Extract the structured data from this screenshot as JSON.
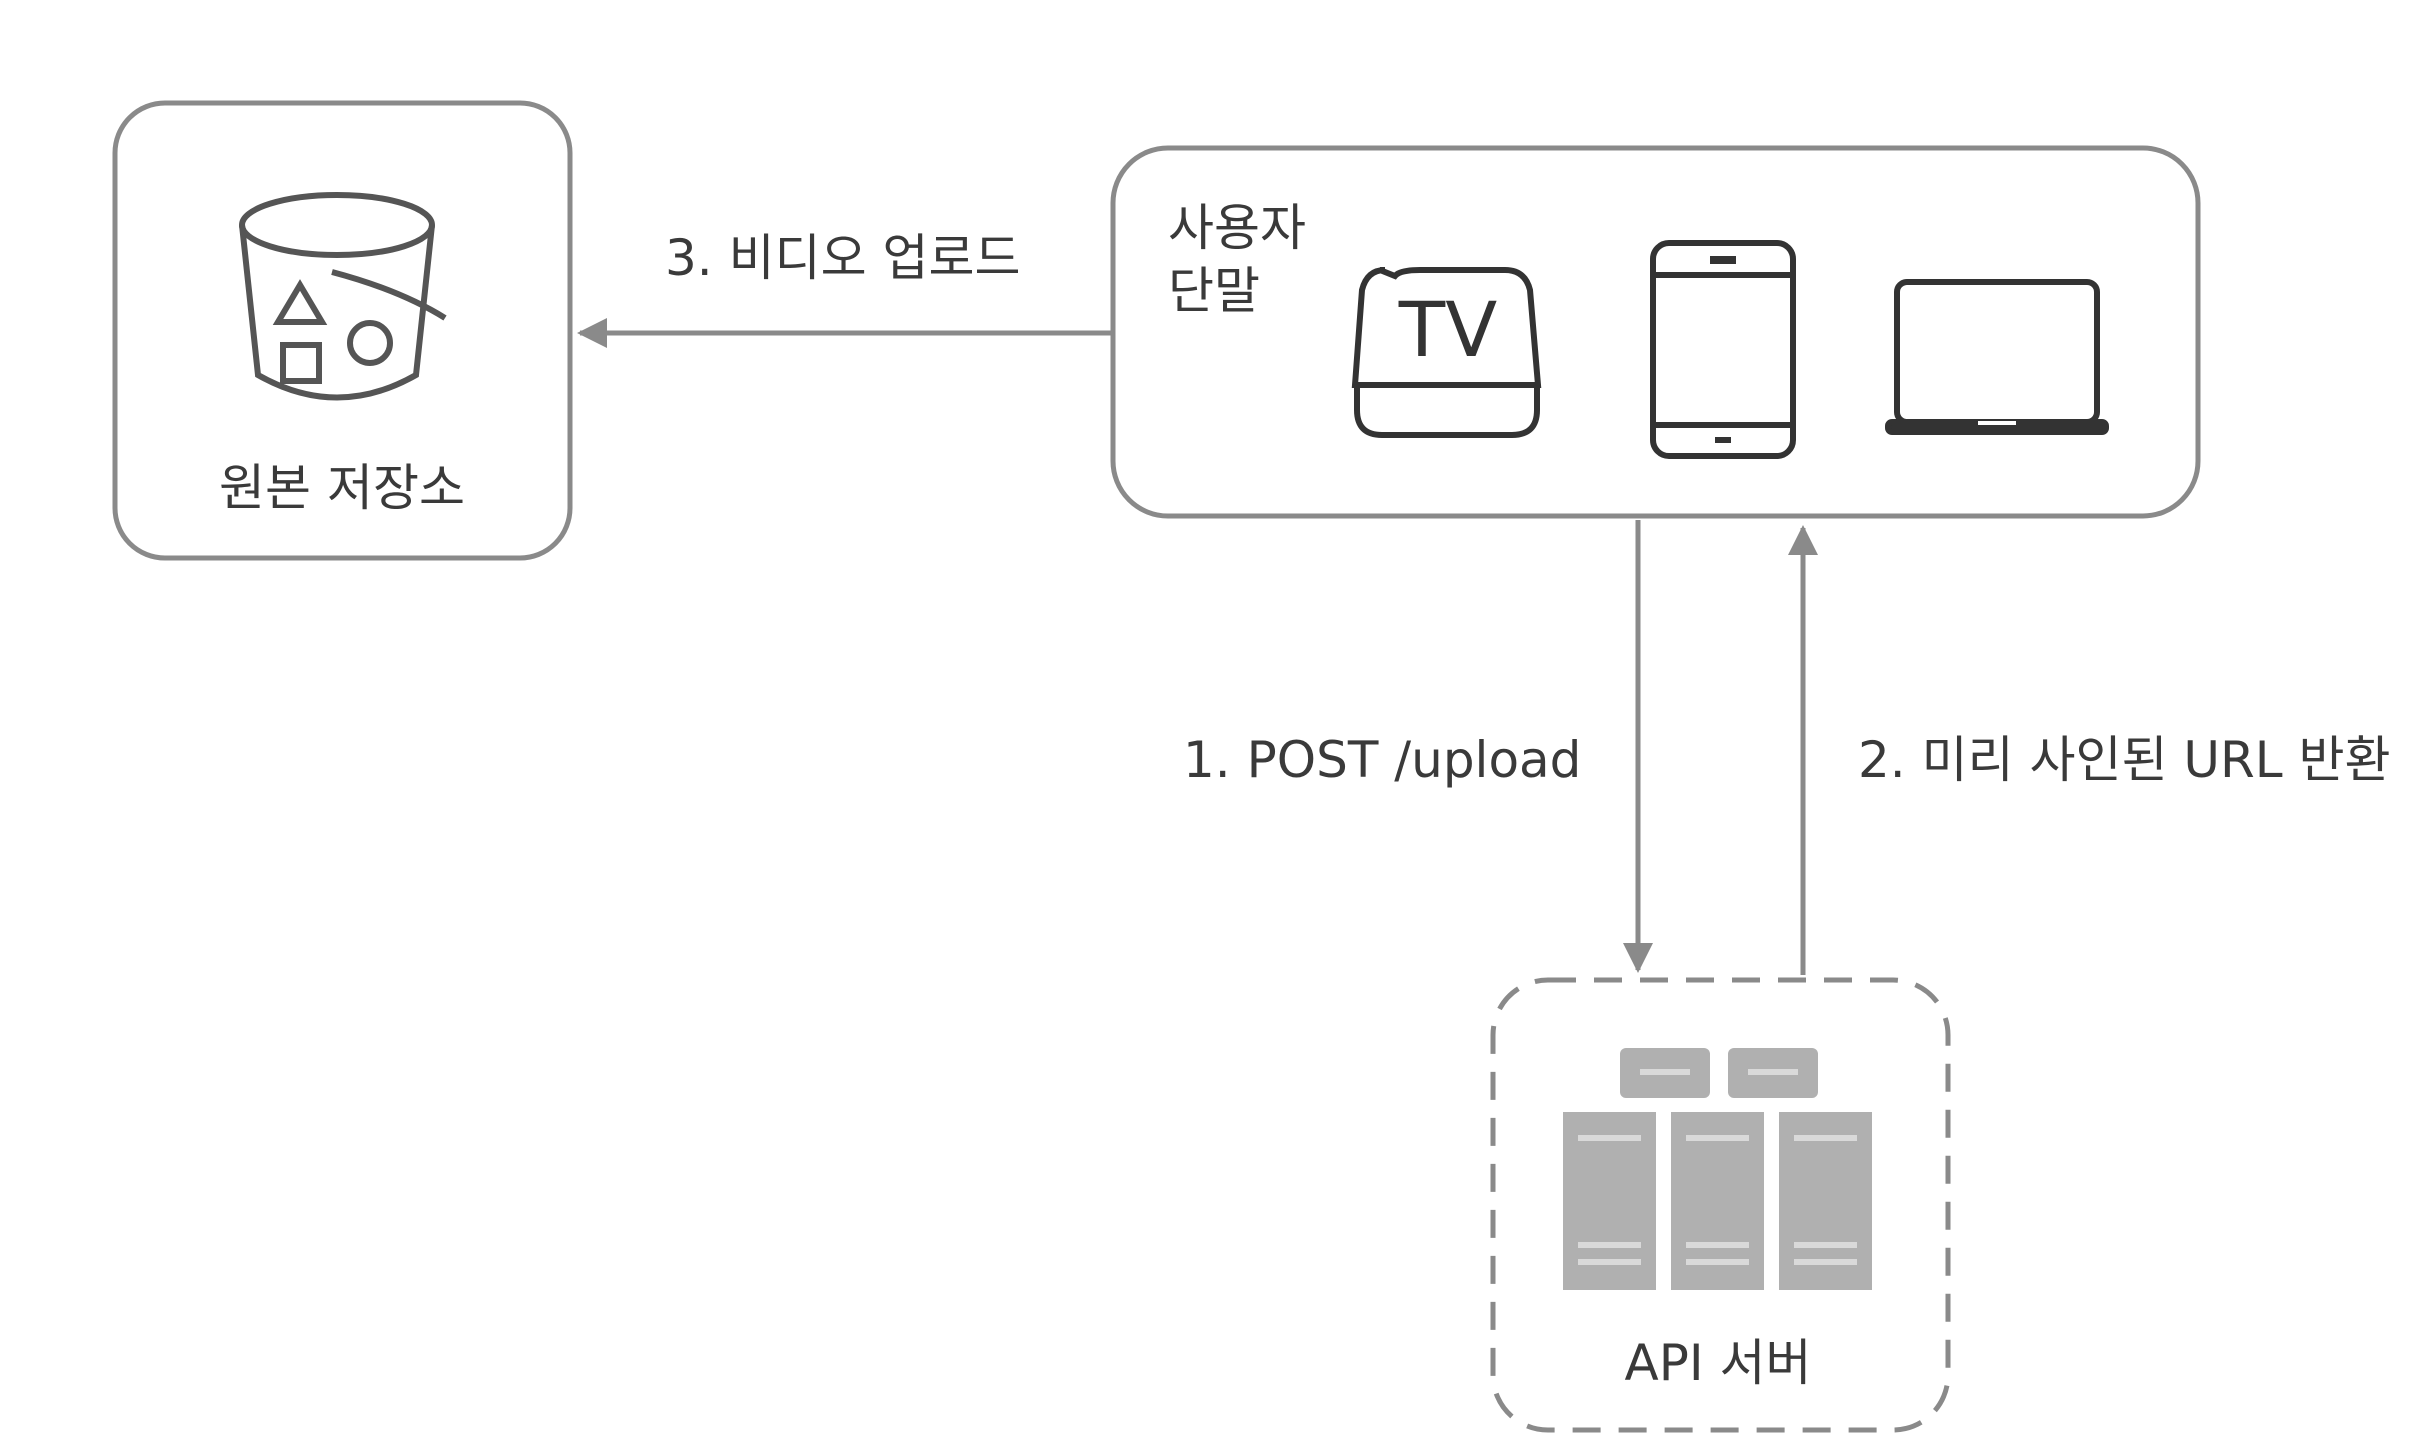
{
  "nodes": {
    "storage": {
      "label": "원본 저장소",
      "icon": "bucket-icon"
    },
    "client": {
      "label_line1": "사용자",
      "label_line2": "단말",
      "tv_text": "TV",
      "icons": [
        "tv-icon",
        "tablet-icon",
        "laptop-icon"
      ]
    },
    "api": {
      "label": "API 서버",
      "icon": "server-rack-icon"
    }
  },
  "edges": {
    "upload_request": "1. POST /upload",
    "presigned_url": "2. 미리 사인된 URL 반환",
    "video_upload": "3. 비디오 업로드"
  },
  "colors": {
    "stroke": "#8a8a8a",
    "server_fill": "#b0b0b0",
    "server_line": "#d9d9d9",
    "text": "#3a3a3a"
  }
}
